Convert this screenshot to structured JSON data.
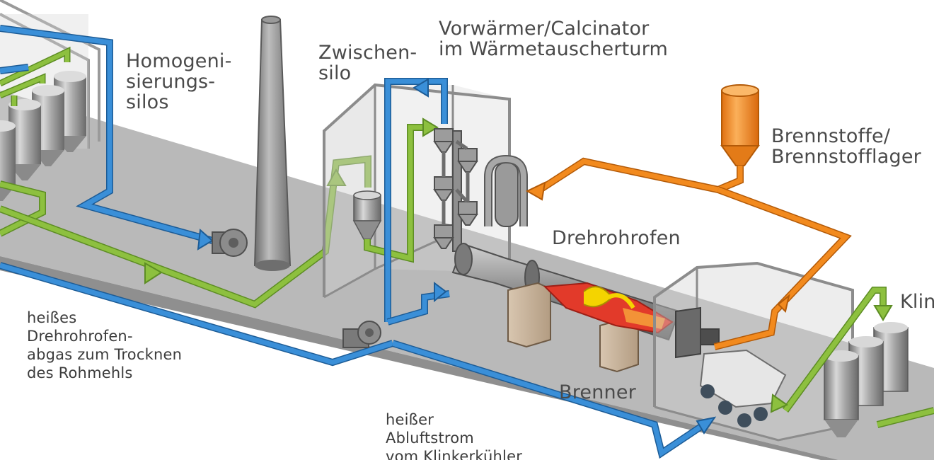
{
  "labels": {
    "homogenisierungssilos": "Homogeni-\nsierungs-\nsilos",
    "zwischensilo": "Zwischen-\nsilo",
    "vorwaermer": "Vorwärmer/Calcinator\nim Wärmetauscherturm",
    "brennstoffe": "Brennstoffe/\nBrennstofflager",
    "drehrohrofen": "Drehrohrofen",
    "brenner": "Brenner",
    "klinker": "Klin",
    "ofenabgas": "heißes\nDrehrohrofen-\nabgas zum Trocknen\ndes Rohmehls",
    "abluftstrom": "heißer\nAbluftstrom\nvom Klinkerkühler"
  },
  "colors": {
    "gas_line": "#3a8fd8",
    "material_line": "#8dc03f",
    "fuel_line": "#f28a1e",
    "floor": "#b9b9b9",
    "equipment": "#8e8e8e",
    "flame": "#e23a2a",
    "flame_ring": "#f4d400",
    "box": "#a9a9a9",
    "text": "#4a4a4a"
  }
}
